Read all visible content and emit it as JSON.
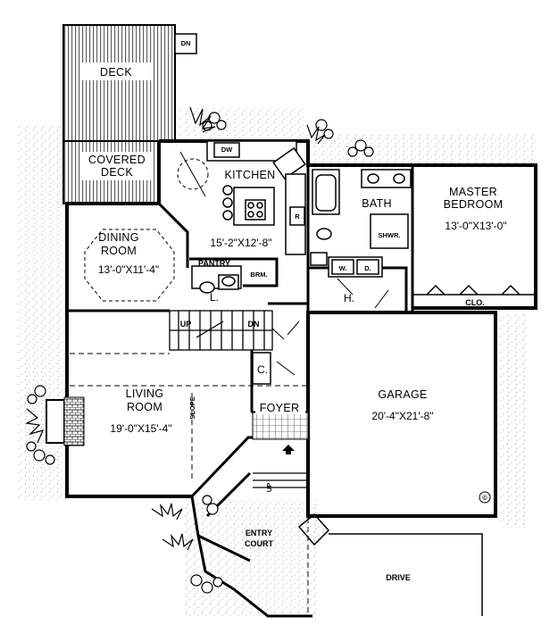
{
  "labels": {
    "deck": "DECK",
    "deck_dn": "DN",
    "covered_deck_1": "COVERED",
    "covered_deck_2": "DECK",
    "kitchen": "KITCHEN",
    "kitchen_dim": "15'-2\"X12'-8\"",
    "dw": "DW",
    "r": "R",
    "dining_1": "DINING",
    "dining_2": "ROOM",
    "dining_dim": "13'-0\"X11'-4\"",
    "pantry": "PANTRY",
    "brm": "BRM.",
    "l": "L.",
    "bath": "BATH",
    "shwr": "SHWR.",
    "w": "W.",
    "d": "D.",
    "h": "H.",
    "master_1": "MASTER",
    "master_2": "BEDROOM",
    "master_dim": "13'-0\"X13'-0\"",
    "clo": "CLO.",
    "stair_up": "UP",
    "stair_dn": "DN",
    "c": "C.",
    "living_1": "LIVING",
    "living_2": "ROOM",
    "living_dim": "19'-0\"X15'-4\"",
    "slope": "SLOPE",
    "foyer": "FOYER",
    "garage": "GARAGE",
    "garage_dim": "20'-4\"X21'-8\"",
    "entry_up": "UP",
    "entry_court_1": "ENTRY",
    "entry_court_2": "COURT",
    "drive": "DRIVE",
    "copyright": "©"
  },
  "colors": {
    "ink": "#000000",
    "paper": "#ffffff",
    "hatch": "#555555",
    "stipple": "#8a8a8a"
  },
  "icons": {
    "shrub": "shrub-icon",
    "entry_arrow": "entry-arrow-icon",
    "copyright": "copyright-icon"
  }
}
